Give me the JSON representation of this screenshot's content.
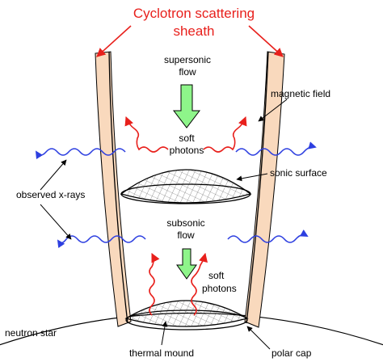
{
  "title": {
    "line1": "Cyclotron scattering",
    "line2": "sheath"
  },
  "labels": {
    "supersonic_line1": "supersonic",
    "supersonic_line2": "flow",
    "soft_photons_top_line1": "soft",
    "soft_photons_top_line2": "photons",
    "magnetic_field": "magnetic field",
    "sonic_surface": "sonic surface",
    "observed_xrays": "observed x-rays",
    "subsonic_line1": "subsonic",
    "subsonic_line2": "flow",
    "soft_photons_bottom_line1": "soft",
    "soft_photons_bottom_line2": "photons",
    "neutron_star": "neutron star",
    "thermal_mound": "thermal mound",
    "polar_cap": "polar cap"
  },
  "colors": {
    "sheath_fill": "#f9d9bd",
    "sheath_stroke": "#000000",
    "title_red": "#e8201c",
    "flow_arrow_green": "#8ef58a",
    "soft_photon_red": "#e8201c",
    "xray_blue": "#2d3fe0"
  }
}
